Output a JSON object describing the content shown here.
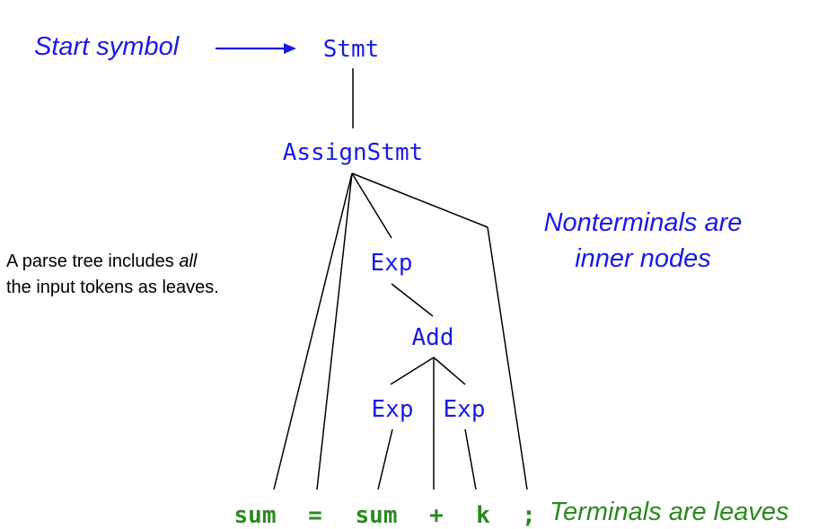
{
  "colors": {
    "nonterminal": "#1a1ae6",
    "terminal": "#2a8a1e",
    "edge": "#000000",
    "caption": "#000000"
  },
  "annotations": {
    "start_symbol": "Start symbol",
    "nonterminals_line1": "Nonterminals are",
    "nonterminals_line2": "inner nodes",
    "terminals": "Terminals are leaves",
    "caption_line1_before": "A parse tree includes ",
    "caption_line1_emph": "all",
    "caption_line2": "the input tokens as leaves."
  },
  "nodes": {
    "stmt": "Stmt",
    "assign_stmt": "AssignStmt",
    "exp_top": "Exp",
    "add": "Add",
    "exp_left": "Exp",
    "exp_right": "Exp"
  },
  "leaves": [
    "sum",
    "=",
    "sum",
    "+",
    "k",
    ";"
  ]
}
